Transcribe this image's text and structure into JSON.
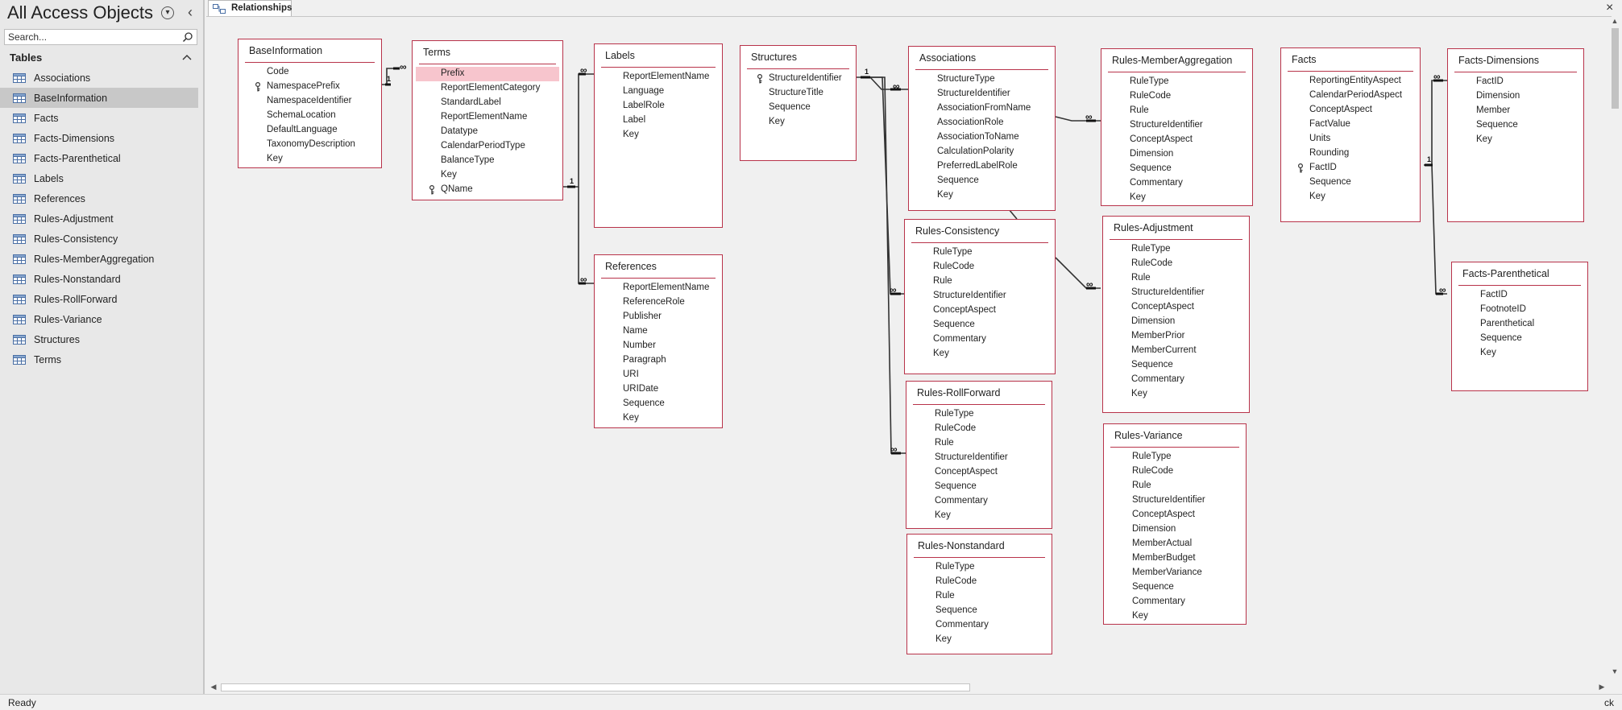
{
  "nav": {
    "title": "All Access Objects",
    "search_placeholder": "Search...",
    "group_title": "Tables",
    "items": [
      {
        "label": "Associations",
        "selected": false
      },
      {
        "label": "BaseInformation",
        "selected": true
      },
      {
        "label": "Facts",
        "selected": false
      },
      {
        "label": "Facts-Dimensions",
        "selected": false
      },
      {
        "label": "Facts-Parenthetical",
        "selected": false
      },
      {
        "label": "Labels",
        "selected": false
      },
      {
        "label": "References",
        "selected": false
      },
      {
        "label": "Rules-Adjustment",
        "selected": false
      },
      {
        "label": "Rules-Consistency",
        "selected": false
      },
      {
        "label": "Rules-MemberAggregation",
        "selected": false
      },
      {
        "label": "Rules-Nonstandard",
        "selected": false
      },
      {
        "label": "Rules-RollForward",
        "selected": false
      },
      {
        "label": "Rules-Variance",
        "selected": false
      },
      {
        "label": "Structures",
        "selected": false
      },
      {
        "label": "Terms",
        "selected": false
      }
    ]
  },
  "tab": {
    "label": "Relationships"
  },
  "tables": [
    {
      "id": "BaseInformation",
      "name": "BaseInformation",
      "fields": [
        {
          "n": "Code"
        },
        {
          "n": "NamespacePrefix",
          "key": true
        },
        {
          "n": "NamespaceIdentifier"
        },
        {
          "n": "SchemaLocation"
        },
        {
          "n": "DefaultLanguage"
        },
        {
          "n": "TaxonomyDescription"
        },
        {
          "n": "Key"
        }
      ]
    },
    {
      "id": "Terms",
      "name": "Terms",
      "fields": [
        {
          "n": "Prefix",
          "hl": true
        },
        {
          "n": "ReportElementCategory"
        },
        {
          "n": "StandardLabel"
        },
        {
          "n": "ReportElementName"
        },
        {
          "n": "Datatype"
        },
        {
          "n": "CalendarPeriodType"
        },
        {
          "n": "BalanceType"
        },
        {
          "n": "Key"
        },
        {
          "n": "QName",
          "key": true
        }
      ]
    },
    {
      "id": "Labels",
      "name": "Labels",
      "fields": [
        {
          "n": "ReportElementName"
        },
        {
          "n": "Language"
        },
        {
          "n": "LabelRole"
        },
        {
          "n": "Label"
        },
        {
          "n": "Key"
        }
      ]
    },
    {
      "id": "References",
      "name": "References",
      "fields": [
        {
          "n": "ReportElementName"
        },
        {
          "n": "ReferenceRole"
        },
        {
          "n": "Publisher"
        },
        {
          "n": "Name"
        },
        {
          "n": "Number"
        },
        {
          "n": "Paragraph"
        },
        {
          "n": "URI"
        },
        {
          "n": "URIDate"
        },
        {
          "n": "Sequence"
        },
        {
          "n": "Key"
        }
      ]
    },
    {
      "id": "Structures",
      "name": "Structures",
      "fields": [
        {
          "n": "StructureIdentifier",
          "key": true
        },
        {
          "n": "StructureTitle"
        },
        {
          "n": "Sequence"
        },
        {
          "n": "Key"
        }
      ]
    },
    {
      "id": "Associations",
      "name": "Associations",
      "fields": [
        {
          "n": "StructureType"
        },
        {
          "n": "StructureIdentifier"
        },
        {
          "n": "AssociationFromName"
        },
        {
          "n": "AssociationRole"
        },
        {
          "n": "AssociationToName"
        },
        {
          "n": "CalculationPolarity"
        },
        {
          "n": "PreferredLabelRole"
        },
        {
          "n": "Sequence"
        },
        {
          "n": "Key"
        }
      ]
    },
    {
      "id": "RulesConsistency",
      "name": "Rules-Consistency",
      "fields": [
        {
          "n": "RuleType"
        },
        {
          "n": "RuleCode"
        },
        {
          "n": "Rule"
        },
        {
          "n": "StructureIdentifier"
        },
        {
          "n": "ConceptAspect"
        },
        {
          "n": "Sequence"
        },
        {
          "n": "Commentary"
        },
        {
          "n": "Key"
        }
      ]
    },
    {
      "id": "RulesRollForward",
      "name": "Rules-RollForward",
      "fields": [
        {
          "n": "RuleType"
        },
        {
          "n": "RuleCode"
        },
        {
          "n": "Rule"
        },
        {
          "n": "StructureIdentifier"
        },
        {
          "n": "ConceptAspect"
        },
        {
          "n": "Sequence"
        },
        {
          "n": "Commentary"
        },
        {
          "n": "Key"
        }
      ]
    },
    {
      "id": "RulesNonstandard",
      "name": "Rules-Nonstandard",
      "fields": [
        {
          "n": "RuleType"
        },
        {
          "n": "RuleCode"
        },
        {
          "n": "Rule"
        },
        {
          "n": "Sequence"
        },
        {
          "n": "Commentary"
        },
        {
          "n": "Key"
        }
      ]
    },
    {
      "id": "RulesMemberAggregation",
      "name": "Rules-MemberAggregation",
      "fields": [
        {
          "n": "RuleType"
        },
        {
          "n": "RuleCode"
        },
        {
          "n": "Rule"
        },
        {
          "n": "StructureIdentifier"
        },
        {
          "n": "ConceptAspect"
        },
        {
          "n": "Dimension"
        },
        {
          "n": "Sequence"
        },
        {
          "n": "Commentary"
        },
        {
          "n": "Key"
        }
      ]
    },
    {
      "id": "RulesAdjustment",
      "name": "Rules-Adjustment",
      "fields": [
        {
          "n": "RuleType"
        },
        {
          "n": "RuleCode"
        },
        {
          "n": "Rule"
        },
        {
          "n": "StructureIdentifier"
        },
        {
          "n": "ConceptAspect"
        },
        {
          "n": "Dimension"
        },
        {
          "n": "MemberPrior"
        },
        {
          "n": "MemberCurrent"
        },
        {
          "n": "Sequence"
        },
        {
          "n": "Commentary"
        },
        {
          "n": "Key"
        }
      ]
    },
    {
      "id": "RulesVariance",
      "name": "Rules-Variance",
      "fields": [
        {
          "n": "RuleType"
        },
        {
          "n": "RuleCode"
        },
        {
          "n": "Rule"
        },
        {
          "n": "StructureIdentifier"
        },
        {
          "n": "ConceptAspect"
        },
        {
          "n": "Dimension"
        },
        {
          "n": "MemberActual"
        },
        {
          "n": "MemberBudget"
        },
        {
          "n": "MemberVariance"
        },
        {
          "n": "Sequence"
        },
        {
          "n": "Commentary"
        },
        {
          "n": "Key"
        }
      ]
    },
    {
      "id": "Facts",
      "name": "Facts",
      "fields": [
        {
          "n": "ReportingEntityAspect"
        },
        {
          "n": "CalendarPeriodAspect"
        },
        {
          "n": "ConceptAspect"
        },
        {
          "n": "FactValue"
        },
        {
          "n": "Units"
        },
        {
          "n": "Rounding"
        },
        {
          "n": "FactID",
          "key": true
        },
        {
          "n": "Sequence"
        },
        {
          "n": "Key"
        }
      ]
    },
    {
      "id": "FactsDimensions",
      "name": "Facts-Dimensions",
      "fields": [
        {
          "n": "FactID"
        },
        {
          "n": "Dimension"
        },
        {
          "n": "Member"
        },
        {
          "n": "Sequence"
        },
        {
          "n": "Key"
        }
      ]
    },
    {
      "id": "FactsParenthetical",
      "name": "Facts-Parenthetical",
      "fields": [
        {
          "n": "FactID"
        },
        {
          "n": "FootnoteID"
        },
        {
          "n": "Parenthetical"
        },
        {
          "n": "Sequence"
        },
        {
          "n": "Key"
        }
      ]
    }
  ],
  "relationship_labels": {
    "one": "1",
    "many": "∞"
  },
  "status": {
    "text": "Ready",
    "right": "ck"
  },
  "colors": {
    "table_border": "#b8334a",
    "highlight": "#f7c5cd",
    "selected_nav": "#c8c8c8",
    "canvas": "#f0f0f0"
  }
}
